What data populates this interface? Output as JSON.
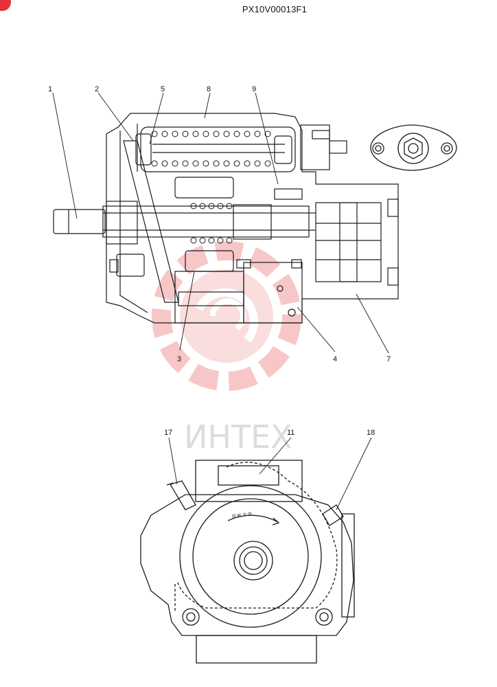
{
  "header": {
    "doc_code": "PX10V00013F1"
  },
  "watermark": {
    "text": "ИНТЕХ",
    "color": "#f4b9b9"
  },
  "upper_view": {
    "callouts": [
      {
        "id": "c1",
        "label": "1"
      },
      {
        "id": "c2",
        "label": "2"
      },
      {
        "id": "c5",
        "label": "5"
      },
      {
        "id": "c8",
        "label": "8"
      },
      {
        "id": "c9",
        "label": "9"
      },
      {
        "id": "c3",
        "label": "3"
      },
      {
        "id": "c4",
        "label": "4"
      },
      {
        "id": "c7",
        "label": "7"
      }
    ]
  },
  "lower_view": {
    "callouts": [
      {
        "id": "c17",
        "label": "17"
      },
      {
        "id": "c11",
        "label": "11"
      },
      {
        "id": "c18",
        "label": "18"
      }
    ]
  },
  "colors": {
    "accent_mark": "#e3323a",
    "line": "#1a1a1a"
  }
}
